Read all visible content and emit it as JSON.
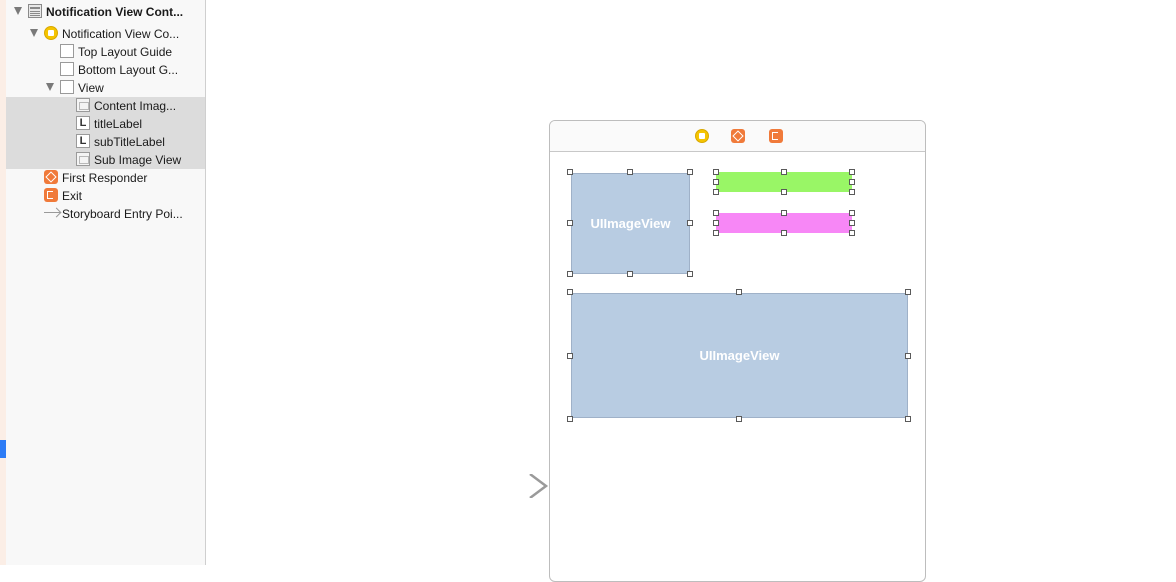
{
  "outline": {
    "items": [
      {
        "label": "Notification View Cont...",
        "icon": "scene-icon"
      },
      {
        "label": "Notification View Co...",
        "icon": "view-controller-icon"
      },
      {
        "label": "Top Layout Guide",
        "icon": "layout-guide-icon"
      },
      {
        "label": "Bottom Layout G...",
        "icon": "layout-guide-icon"
      },
      {
        "label": "View",
        "icon": "view-icon"
      },
      {
        "label": "Content Imag...",
        "icon": "image-view-icon"
      },
      {
        "label": "titleLabel",
        "icon": "label-icon",
        "glyph": "L"
      },
      {
        "label": "subTitleLabel",
        "icon": "label-icon",
        "glyph": "L"
      },
      {
        "label": "Sub Image View",
        "icon": "image-view-icon"
      },
      {
        "label": "First Responder",
        "icon": "first-responder-icon"
      },
      {
        "label": "Exit",
        "icon": "exit-icon"
      },
      {
        "label": "Storyboard Entry Poi...",
        "icon": "entry-point-arrow-icon"
      }
    ]
  },
  "canvas": {
    "content_image_view": {
      "text": "UIImageView"
    },
    "sub_image_view": {
      "text": "UIImageView"
    },
    "title_label_color": "#99f666",
    "subtitle_label_color": "#f787f6",
    "image_view_color": "#b8cce2"
  }
}
